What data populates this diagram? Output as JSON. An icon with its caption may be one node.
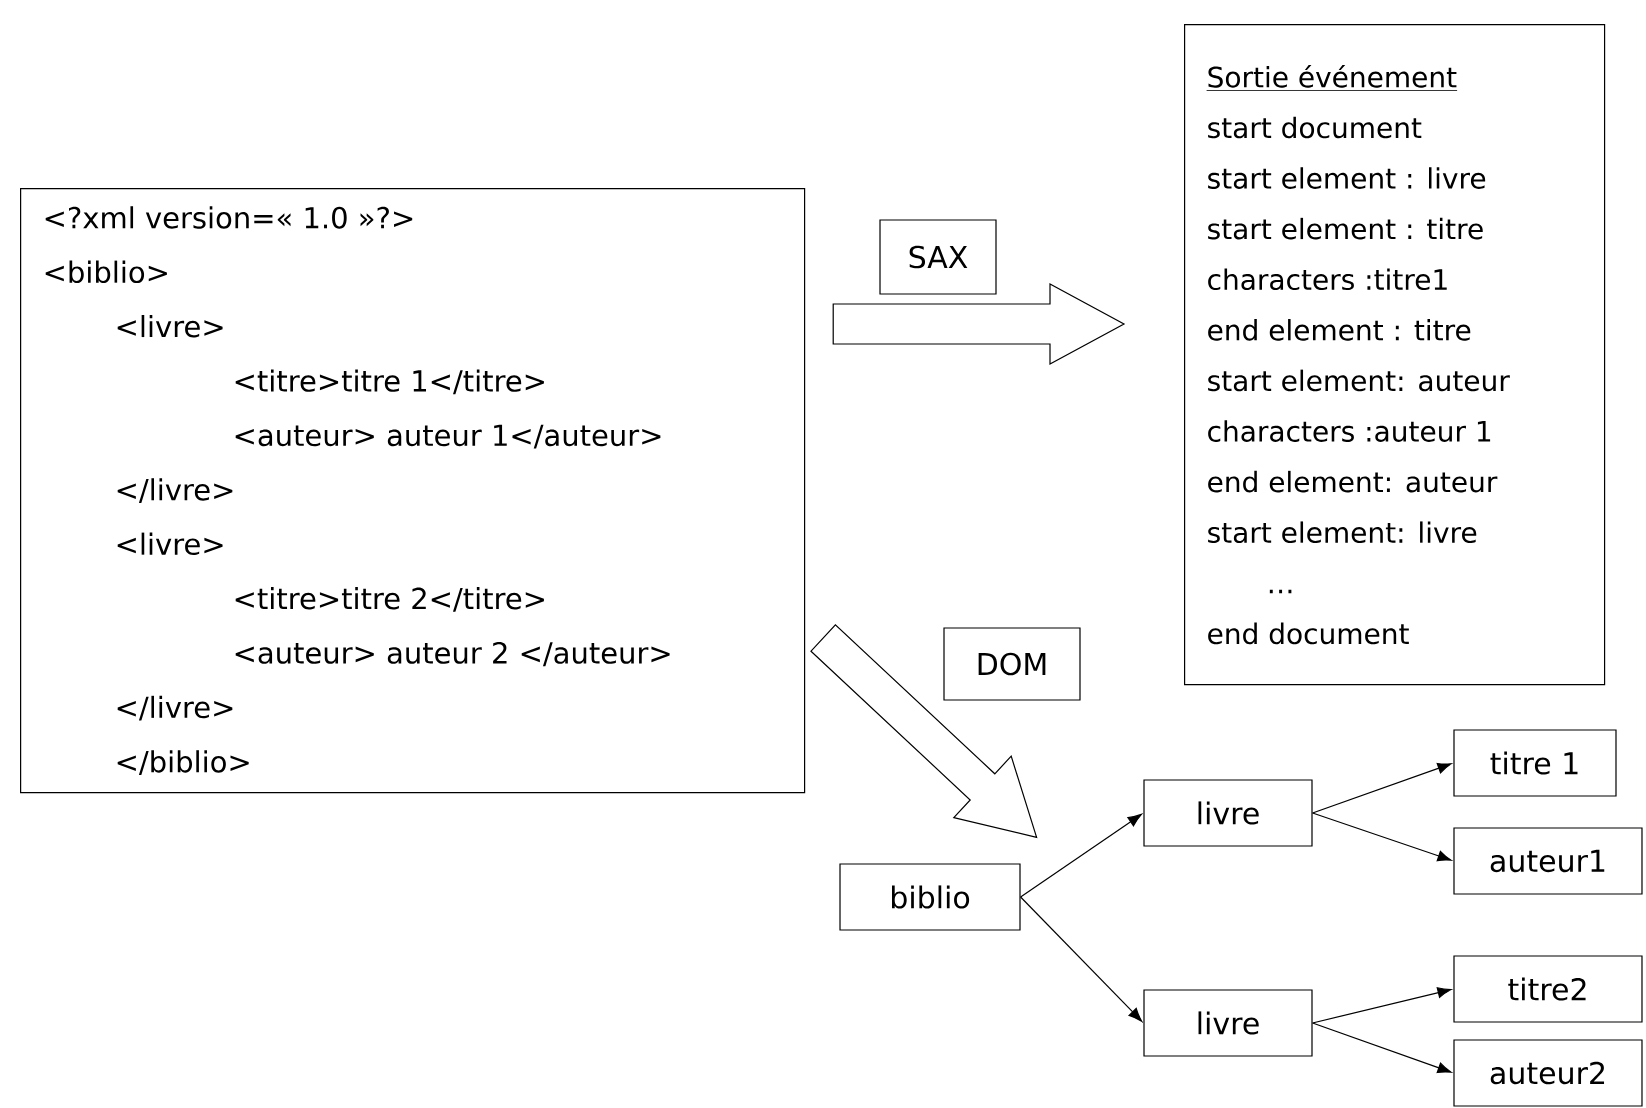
{
  "diagram": {
    "nodes": [
      {
        "text": [
          "<?xml version=« 1.0 »?>",
          "<biblio>",
          "<livre>",
          "<titre>titre 1</titre>",
          "<auteur> auteur 1</auteur>",
          "</livre>",
          "<livre>",
          "<titre>titre 2</titre>",
          "<auteur> auteur 2 </auteur>",
          "</livre>",
          "</biblio>"
        ]
      },
      {
        "text": [
          "SAX"
        ]
      },
      {
        "text": [
          "Sortie événement",
          "start document",
          "start element : livre",
          "start element : titre",
          "characters :titre1",
          "end element : titre",
          "start element: auteur",
          "characters :auteur 1",
          "end element: auteur",
          "start element: livre",
          "…",
          "end document"
        ]
      },
      {
        "text": [
          "DOM"
        ]
      },
      {
        "text": [
          "biblio"
        ]
      },
      {
        "text": [
          "livre"
        ]
      },
      {
        "text": [
          "livre"
        ]
      },
      {
        "text": [
          "titre 1"
        ]
      },
      {
        "text": [
          "auteur1"
        ]
      },
      {
        "text": [
          "titre2"
        ]
      },
      {
        "text": [
          "auteur2"
        ]
      }
    ],
    "edges": [
      {
        "from": 0,
        "to": 2,
        "arrow": "to",
        "style": "thick"
      },
      {
        "from": 0,
        "to": 4,
        "arrow": "to",
        "style": "thick"
      },
      {
        "from": 4,
        "to": 5,
        "arrow": "to"
      },
      {
        "from": 4,
        "to": 6,
        "arrow": "to"
      },
      {
        "from": 5,
        "to": 7,
        "arrow": "to"
      },
      {
        "from": 5,
        "to": 8,
        "arrow": "to"
      },
      {
        "from": 6,
        "to": 9,
        "arrow": "to"
      },
      {
        "from": 6,
        "to": 10,
        "arrow": "to"
      }
    ]
  }
}
